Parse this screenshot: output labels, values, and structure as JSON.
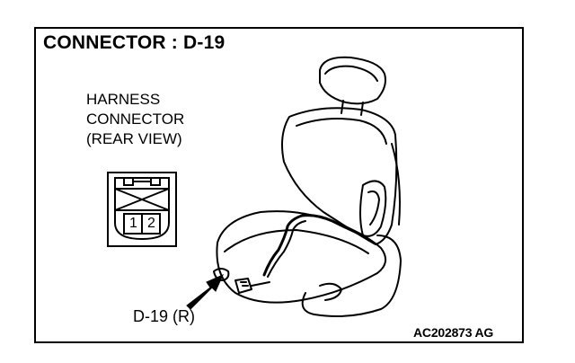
{
  "diagram": {
    "title": "CONNECTOR : D-19",
    "harness_label_lines": [
      "HARNESS",
      "CONNECTOR",
      "(REAR VIEW)"
    ],
    "connector_pins": [
      "1",
      "2"
    ],
    "callout_label": "D-19 (R)",
    "figure_id": "AC202873 AG"
  }
}
